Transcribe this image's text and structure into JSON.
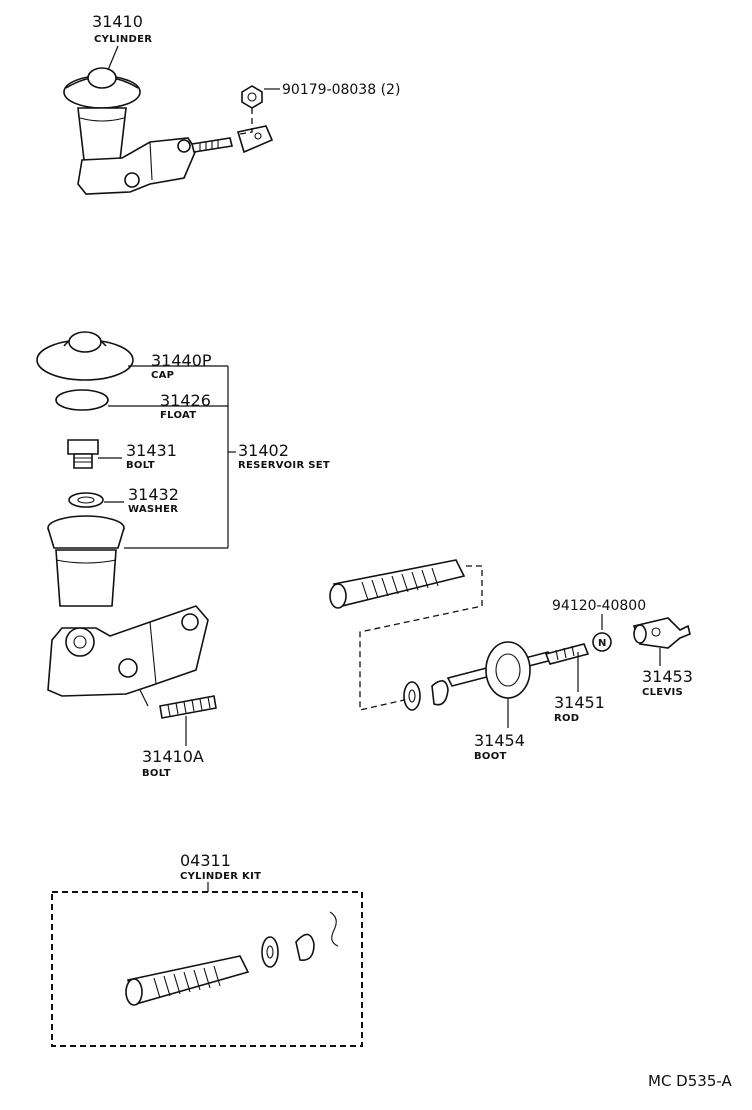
{
  "parts": {
    "cylinder_assy": {
      "number": "31410",
      "name": "CYLINDER"
    },
    "nut": {
      "number": "90179-08038 (2)"
    },
    "cap": {
      "number": "31440P",
      "name": "CAP"
    },
    "float": {
      "number": "31426",
      "name": "FLOAT"
    },
    "bolt_reservoir": {
      "number": "31431",
      "name": "BOLT"
    },
    "reservoir_set": {
      "number": "31402",
      "name": "RESERVOIR SET"
    },
    "washer": {
      "number": "31432",
      "name": "WASHER"
    },
    "bolt_stud": {
      "number": "31410A",
      "name": "BOLT"
    },
    "pin": {
      "number": "94120-40800",
      "symbol": "N"
    },
    "clevis": {
      "number": "31453",
      "name": "CLEVIS"
    },
    "rod": {
      "number": "31451",
      "name": "ROD"
    },
    "boot": {
      "number": "31454",
      "name": "BOOT"
    },
    "cylinder_kit": {
      "number": "04311",
      "name": "CYLINDER KIT"
    }
  },
  "footer": {
    "code": "MC D535-A"
  }
}
